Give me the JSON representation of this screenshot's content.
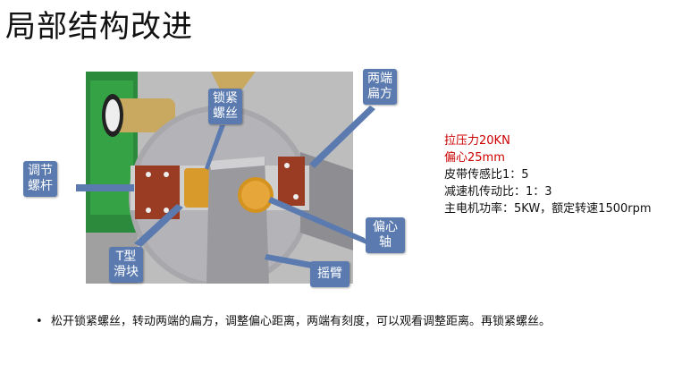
{
  "title": "局部结构改进",
  "callouts": {
    "lock_screw": [
      "锁紧",
      "螺丝"
    ],
    "flat_ends": [
      "两端",
      "扁方"
    ],
    "adjust_rod": [
      "调节",
      "螺杆"
    ],
    "t_slider": [
      "T型",
      "滑块"
    ],
    "rocker_arm": [
      "摇臂"
    ],
    "eccentric_shaft": [
      "偏心",
      "轴"
    ]
  },
  "params": {
    "pull_force": "拉压力20KN",
    "eccentric": "偏心25mm",
    "belt_ratio": "皮带传感比1：5",
    "reducer_ratio": "减速机传动比：1：3",
    "motor": "主电机功率：5KW，额定转速1500rpm"
  },
  "bullet": {
    "marker": "•",
    "text": "松开锁紧螺丝，转动两端的扁方，调整偏心距离，两端有刻度，可以观看调整距离。再锁紧螺丝。"
  },
  "colors": {
    "callout_fill": "#5b7bb0",
    "highlight_red": "#cc0000"
  }
}
